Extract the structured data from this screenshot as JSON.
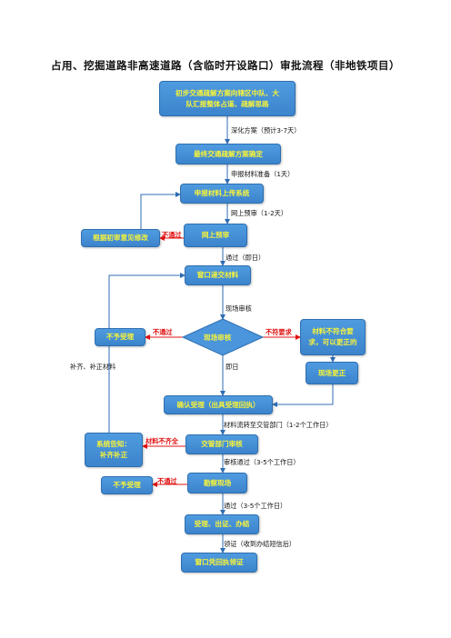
{
  "title": "占用、挖掘道路非高速道路（含临时开设路口）审批流程（非地铁项目）",
  "nodes": {
    "n1_line1": "初步交通疏解方案向辖区中队、大",
    "n1_line2": "队汇报整体占道、疏解思路",
    "n2": "最终交通疏解方案确定",
    "n3": "申报材料上传系统",
    "n4": "网上预审",
    "n5": "根据初审意见修改",
    "n6": "窗口递交材料",
    "n7": "现场审核",
    "n8": "不予受理",
    "n9_line1": "材料不符合要",
    "n9_line2": "求，可以更正的",
    "n10": "现场更正",
    "n11": "确认受理（出具受理回执）",
    "n12_line1": "系统告知：",
    "n12_line2": "补齐补正",
    "n13": "交管部门审核",
    "n14": "勘察现场",
    "n15": "不予受理",
    "n16": "受理、出证、办结",
    "n17": "窗口凭回执领证"
  },
  "labels": {
    "deepen": "深化方案（预计3-7天）",
    "prepare": "申报材料准备（1天）",
    "preaudit": "网上预审（1-2天）",
    "pass_immediate": "通过（即日）",
    "site_audit": "现场审核",
    "immediate": "即日",
    "supplement": "补齐、补正材料",
    "transfer": "材料流转至交管部门（1-2个工作日）",
    "audit_pass": "审核通过（3-5个工作日）",
    "pass_days": "通过（3-5个工作日）",
    "collect": "领证（收到办结短信后）",
    "fail_1": "不通过",
    "fail_2": "不通过",
    "not_meet": "不符要求",
    "incomplete": "材料不齐全",
    "fail_3": "不通过"
  }
}
